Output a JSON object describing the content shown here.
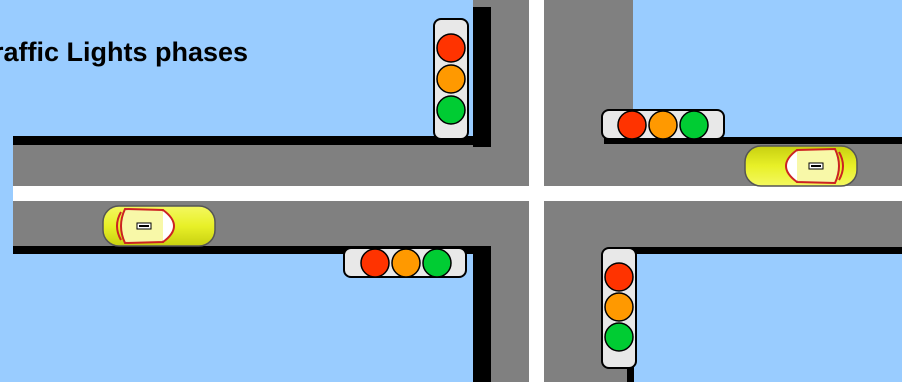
{
  "title": "raffic Lights phases",
  "colors": {
    "background": "#99ccff",
    "road": "#808080",
    "road_marking": "#ffffff",
    "curb": "#000000",
    "signal_housing": "#e8e8e8",
    "red_lamp": "#ff3300",
    "amber_lamp": "#ff9900",
    "green_lamp": "#00cc33",
    "car_body": "#e8f028",
    "car_trim": "#cc2222"
  },
  "traffic_lights": [
    {
      "id": "north-west",
      "orientation": "vertical",
      "lamps": [
        "red",
        "amber",
        "green"
      ]
    },
    {
      "id": "north-east",
      "orientation": "horizontal",
      "lamps": [
        "red",
        "amber",
        "green"
      ]
    },
    {
      "id": "south-west",
      "orientation": "horizontal",
      "lamps": [
        "red",
        "amber",
        "green"
      ]
    },
    {
      "id": "south-east",
      "orientation": "vertical",
      "lamps": [
        "red",
        "amber",
        "green"
      ]
    }
  ],
  "cars": [
    {
      "id": "west-lane-car",
      "heading": "east"
    },
    {
      "id": "east-lane-car",
      "heading": "west"
    }
  ]
}
